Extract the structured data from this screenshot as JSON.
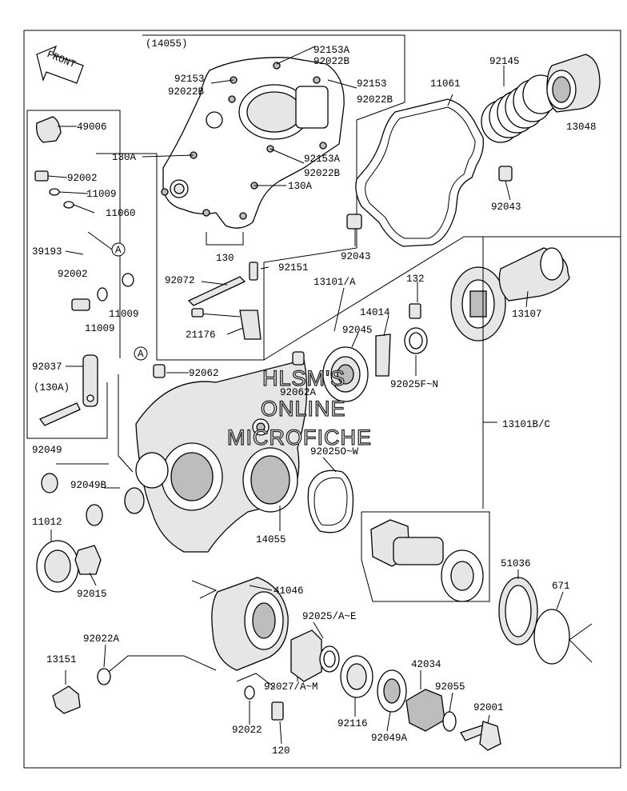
{
  "front_arrow": {
    "text": "FRONT"
  },
  "watermark": {
    "line1": "HLSM'S",
    "line2": "ONLINE",
    "line3": "MICROFICHE"
  },
  "callouts": [
    {
      "id": "A",
      "text": "A"
    },
    {
      "id": "A2",
      "text": "A"
    }
  ],
  "labels": [
    {
      "id": "14055-top",
      "text": "(14055)"
    },
    {
      "id": "92153A-1",
      "text": "92153A"
    },
    {
      "id": "92022B-1",
      "text": "92022B"
    },
    {
      "id": "92153-l",
      "text": "92153"
    },
    {
      "id": "92022B-l",
      "text": "92022B"
    },
    {
      "id": "92153-r",
      "text": "92153"
    },
    {
      "id": "92022B-r",
      "text": "92022B"
    },
    {
      "id": "92145",
      "text": "92145"
    },
    {
      "id": "11061",
      "text": "11061"
    },
    {
      "id": "13048",
      "text": "13048"
    },
    {
      "id": "49006",
      "text": "49006"
    },
    {
      "id": "130A-l",
      "text": "130A"
    },
    {
      "id": "92153A-2",
      "text": "92153A"
    },
    {
      "id": "92022B-2",
      "text": "92022B"
    },
    {
      "id": "130A-r",
      "text": "130A"
    },
    {
      "id": "92002-1",
      "text": "92002"
    },
    {
      "id": "11009-1",
      "text": "11009"
    },
    {
      "id": "11060",
      "text": "11060"
    },
    {
      "id": "92043-r",
      "text": "92043"
    },
    {
      "id": "39193",
      "text": "39193"
    },
    {
      "id": "130",
      "text": "130"
    },
    {
      "id": "92043-m",
      "text": "92043"
    },
    {
      "id": "92151",
      "text": "92151"
    },
    {
      "id": "92002-2",
      "text": "92002"
    },
    {
      "id": "92072",
      "text": "92072"
    },
    {
      "id": "13101A",
      "text": "13101/A"
    },
    {
      "id": "132",
      "text": "132"
    },
    {
      "id": "11009-2",
      "text": "11009"
    },
    {
      "id": "11009-3",
      "text": "11009"
    },
    {
      "id": "14014",
      "text": "14014"
    },
    {
      "id": "13107",
      "text": "13107"
    },
    {
      "id": "21176",
      "text": "21176"
    },
    {
      "id": "92045",
      "text": "92045"
    },
    {
      "id": "92037",
      "text": "92037"
    },
    {
      "id": "92062",
      "text": "92062"
    },
    {
      "id": "130A-p",
      "text": "(130A)"
    },
    {
      "id": "92025FN",
      "text": "92025F~N"
    },
    {
      "id": "92062A",
      "text": "92062A"
    },
    {
      "id": "13101BC",
      "text": "13101B/C"
    },
    {
      "id": "92049",
      "text": "92049"
    },
    {
      "id": "92025OW",
      "text": "92025O~W"
    },
    {
      "id": "92049B",
      "text": "92049B"
    },
    {
      "id": "11012",
      "text": "11012"
    },
    {
      "id": "14055",
      "text": "14055"
    },
    {
      "id": "51036",
      "text": "51036"
    },
    {
      "id": "671",
      "text": "671"
    },
    {
      "id": "92015",
      "text": "92015"
    },
    {
      "id": "41046",
      "text": "41046"
    },
    {
      "id": "92025AE",
      "text": "92025/A~E"
    },
    {
      "id": "92022A",
      "text": "92022A"
    },
    {
      "id": "42034",
      "text": "42034"
    },
    {
      "id": "13151",
      "text": "13151"
    },
    {
      "id": "92027AM",
      "text": "92027/A~M"
    },
    {
      "id": "92055",
      "text": "92055"
    },
    {
      "id": "92001",
      "text": "92001"
    },
    {
      "id": "92116",
      "text": "92116"
    },
    {
      "id": "92022",
      "text": "92022"
    },
    {
      "id": "92049A",
      "text": "92049A"
    },
    {
      "id": "120",
      "text": "120"
    }
  ]
}
